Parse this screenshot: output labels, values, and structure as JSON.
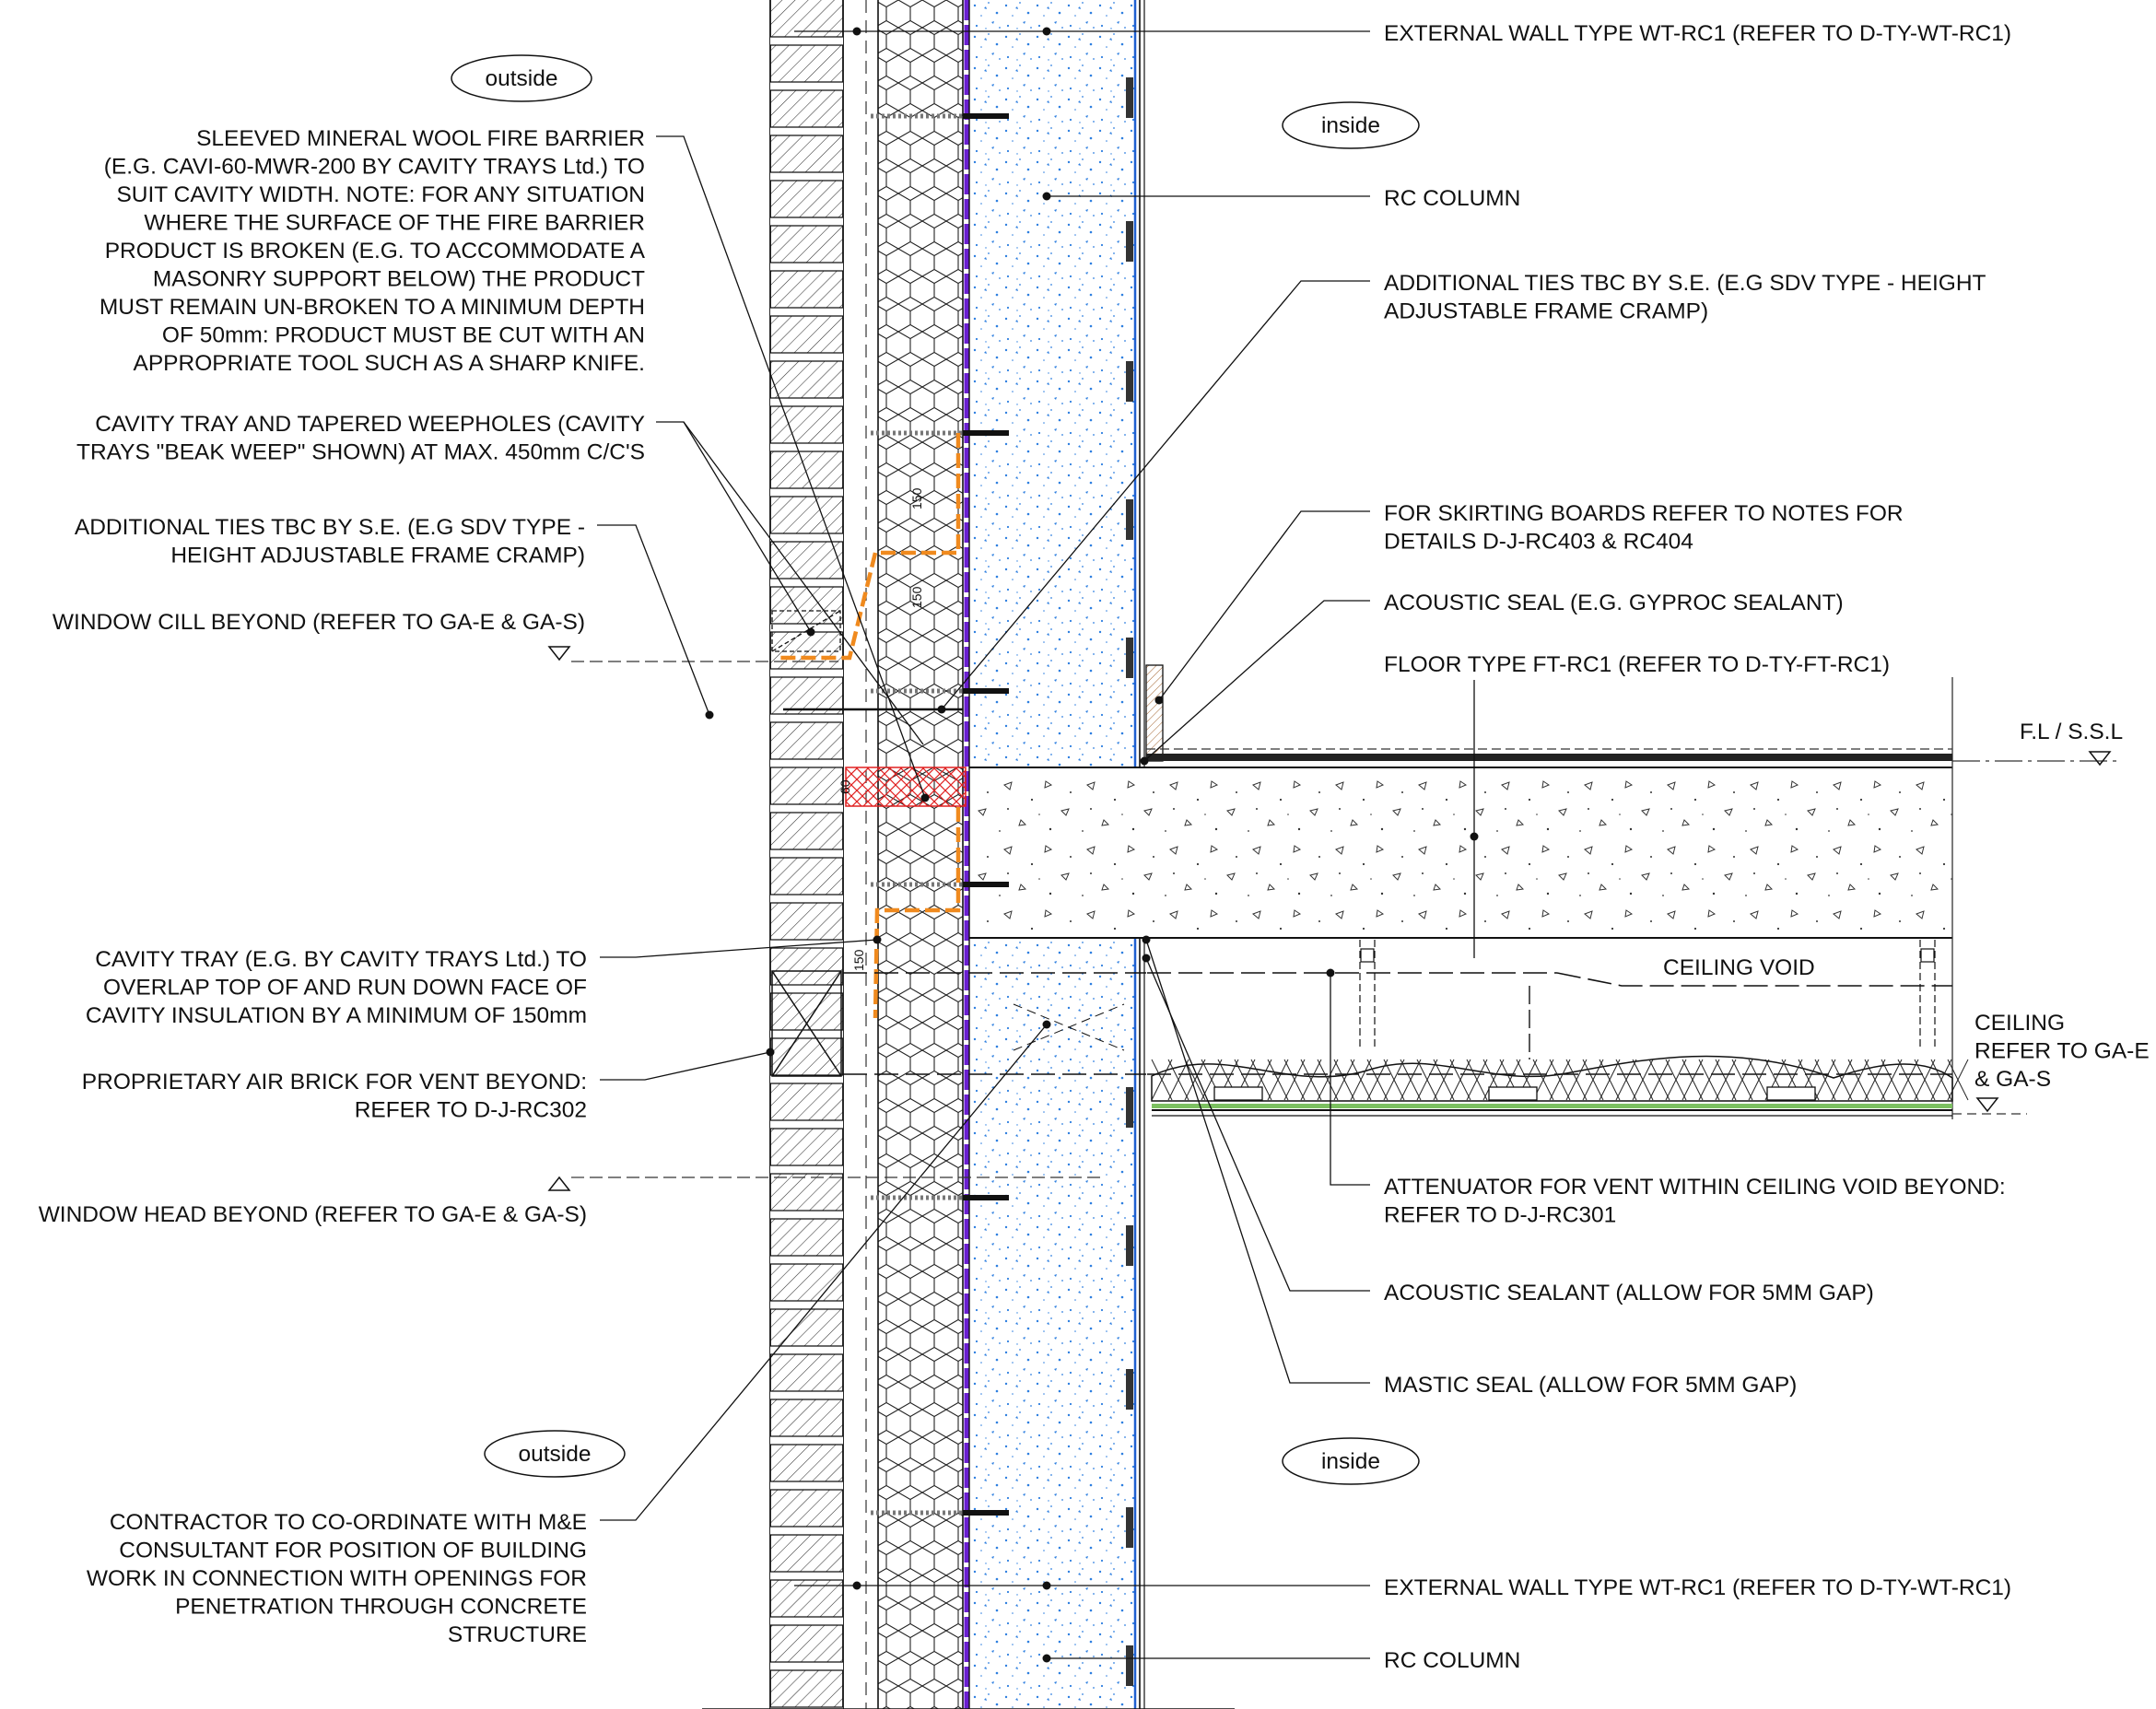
{
  "tags": {
    "outside_top": "outside",
    "inside_top": "inside",
    "outside_bottom": "outside",
    "inside_bottom": "inside"
  },
  "left_notes": {
    "fire_barrier": [
      "SLEEVED MINERAL WOOL FIRE BARRIER",
      "(E.G. CAVI-60-MWR-200 BY CAVITY TRAYS Ltd.) TO",
      "SUIT CAVITY WIDTH. NOTE: FOR ANY SITUATION",
      "WHERE THE SURFACE OF THE FIRE BARRIER",
      "PRODUCT IS BROKEN (E.G. TO ACCOMMODATE A",
      "MASONRY SUPPORT BELOW) THE PRODUCT",
      "MUST REMAIN UN-BROKEN TO A MINIMUM DEPTH",
      "OF 50mm: PRODUCT MUST BE CUT WITH AN",
      "APPROPRIATE TOOL SUCH AS A SHARP KNIFE."
    ],
    "cavity_tray_weepholes": [
      "CAVITY TRAY AND TAPERED WEEPHOLES (CAVITY",
      "TRAYS \"BEAK WEEP\" SHOWN) AT MAX. 450mm C/C'S"
    ],
    "additional_ties": [
      "ADDITIONAL TIES TBC BY S.E. (E.G SDV TYPE -",
      "HEIGHT ADJUSTABLE FRAME CRAMP)"
    ],
    "window_cill": [
      "WINDOW CILL BEYOND (REFER TO GA-E & GA-S)"
    ],
    "cavity_tray": [
      "CAVITY TRAY (E.G. BY CAVITY TRAYS Ltd.) TO",
      "OVERLAP TOP OF AND RUN DOWN FACE OF",
      "CAVITY INSULATION BY A MINIMUM OF 150mm"
    ],
    "air_brick": [
      "PROPRIETARY AIR BRICK FOR VENT BEYOND:",
      "REFER TO D-J-RC302"
    ],
    "window_head": [
      "WINDOW HEAD BEYOND (REFER TO GA-E & GA-S)"
    ],
    "contractor": [
      "CONTRACTOR TO CO-ORDINATE WITH M&E",
      "CONSULTANT FOR POSITION OF BUILDING",
      "WORK IN CONNECTION WITH OPENINGS FOR",
      "PENETRATION THROUGH CONCRETE",
      "STRUCTURE"
    ]
  },
  "right_notes": {
    "external_wall_top": [
      "EXTERNAL WALL TYPE WT-RC1 (REFER TO D-TY-WT-RC1)"
    ],
    "rc_column_top": [
      "RC COLUMN"
    ],
    "additional_ties": [
      "ADDITIONAL TIES TBC BY S.E. (E.G SDV TYPE - HEIGHT",
      "ADJUSTABLE FRAME CRAMP)"
    ],
    "skirting": [
      "FOR SKIRTING BOARDS REFER TO NOTES FOR",
      "DETAILS D-J-RC403 & RC404"
    ],
    "acoustic_seal": [
      "ACOUSTIC SEAL (E.G. GYPROC SEALANT)"
    ],
    "floor_type": [
      "FLOOR TYPE FT-RC1 (REFER TO D-TY-FT-RC1)"
    ],
    "fl_ssl": [
      "F.L / S.S.L"
    ],
    "ceiling_void": [
      "CEILING VOID"
    ],
    "ceiling": [
      "CEILING",
      "REFER TO GA-E",
      "& GA-S"
    ],
    "attenuator": [
      "ATTENUATOR FOR VENT WITHIN CEILING VOID BEYOND:",
      "REFER TO D-J-RC301"
    ],
    "acoustic_sealant": [
      "ACOUSTIC SEALANT (ALLOW FOR 5MM GAP)"
    ],
    "mastic_seal": [
      "MASTIC SEAL (ALLOW FOR 5MM GAP)"
    ],
    "external_wall_bottom": [
      "EXTERNAL WALL TYPE WT-RC1 (REFER TO D-TY-WT-RC1)"
    ],
    "rc_column_bottom": [
      "RC COLUMN"
    ]
  },
  "dimensions": {
    "tray_upper_1": "150",
    "tray_upper_2": "150",
    "fire_barrier_depth": "60",
    "tray_lower": "150"
  },
  "colors": {
    "line": "#111111",
    "cavity_tray": "#f08a1e",
    "vapour_membrane": "#6a1fd0",
    "column_speckle": "#2e7fe0",
    "column_face": "#1f5fd0",
    "fire_barrier_hatch": "#e02020",
    "ceiling_finish": "#7cc061"
  }
}
